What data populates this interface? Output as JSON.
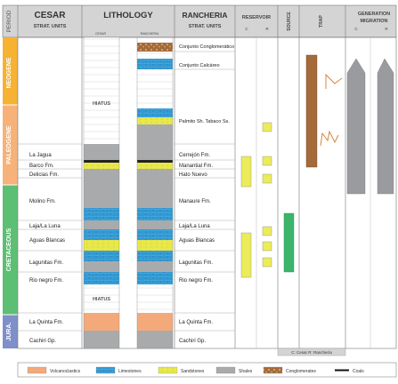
{
  "headers": {
    "period": "PERIOD",
    "cesar": "CESAR",
    "cesar_sub": "STRAT. UNITS",
    "lithology": "LITHOLOGY",
    "litho_cesar": "CESAR",
    "litho_rancheria": "RANCHERIA",
    "rancheria": "RANCHERIA",
    "rancheria_sub": "STRAT. UNITS",
    "reservoir": "RESERVOIR",
    "res_c": "C",
    "res_r": "R",
    "source": "SOURCE",
    "trap": "TRAP",
    "generation": "GENERATION",
    "migration": "MIGRATION",
    "gen_c": "C",
    "gen_r": "R"
  },
  "periods": [
    "NEOGENE",
    "PALEOGENE",
    "CRETACEOUS",
    "JURA."
  ],
  "cesar_units": [
    "La Jagua",
    "Barco Fm.",
    "Delicias Fm.",
    "Molino Fm.",
    "Laja/La Luna",
    "Aguas Blancas",
    "Lagunitas Fm.",
    "Rio negro Fm.",
    "La Quinta Fm.",
    "Cachiri Gp."
  ],
  "rancheria_units": [
    "Conjunto Conglomerático",
    "Conjunto Calcáreo",
    "Palmito Sh. Tabaco Ss.",
    "Cerrejón Fm.",
    "Manantial Fm.",
    "Hato Nuevo",
    "Manaure Fm.",
    "Laja/La Luna",
    "Aguas Blancas",
    "Lagunitas Fm.",
    "Rio negro Fm.",
    "La Quinta Fm.",
    "Cachiri Gp."
  ],
  "hiatus_labels": [
    "HIATUS",
    "HIATUS"
  ],
  "footnote": "C: Cesar   R: Ranchería",
  "legend": [
    "Volcanoclastics",
    "Limestones",
    "Sandstones",
    "Shales",
    "Conglomerates",
    "Coals"
  ],
  "colors": {
    "volcanoclastics": "#f4a97a",
    "limestones": "#3ea8e0",
    "sandstones": "#e8e84a",
    "shales": "#a9aaab",
    "conglomerates": "#a46a3a",
    "source": "#3cb56a",
    "period_neogene": "#f5b233",
    "period_paleogene": "#f7b27a",
    "period_cretaceous": "#5cbf73",
    "period_jura": "#7f8fc9",
    "header": "#d4d4d4"
  }
}
